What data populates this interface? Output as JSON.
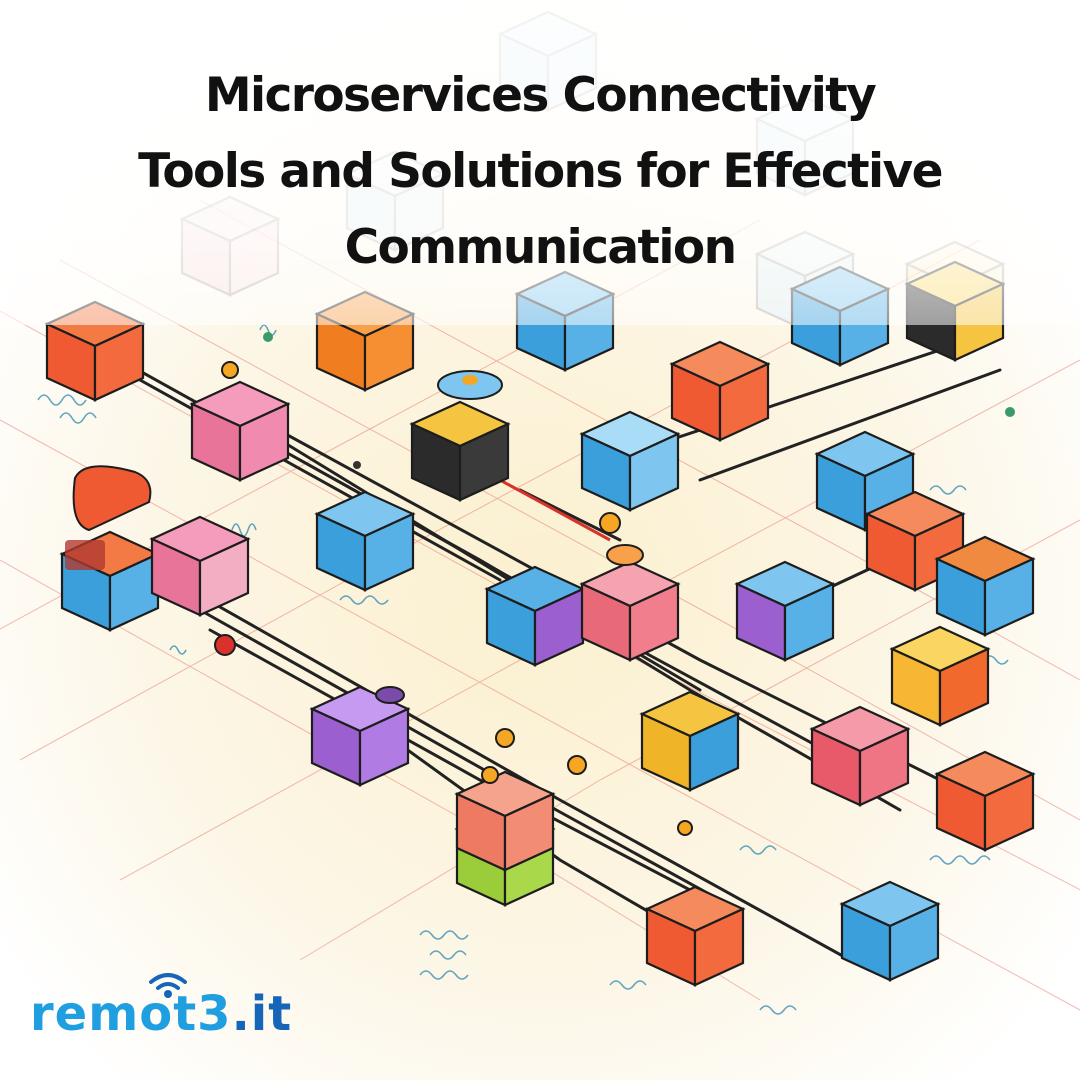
{
  "banner": {
    "title_lines": [
      "Microservices Connectivity",
      "Tools and Solutions for Effective",
      "Communication"
    ],
    "title_color": "#111111"
  },
  "logo": {
    "brand": "remot3",
    "tld": ".it",
    "brand_color": "#1f9ee0",
    "tld_color": "#1565b8",
    "icon": "wifi-signal-icon"
  },
  "illustration": {
    "subject": "isometric network of microservice cubes connected by wires",
    "palette": {
      "blue": "#3b9fdc",
      "orange": "#f2692e",
      "pink": "#e8749a",
      "purple": "#9b5fd0",
      "yellow": "#f5c542",
      "green": "#9bcc3a",
      "black": "#2b2b2b",
      "wire": "#222222",
      "grid": "#e0473a"
    }
  }
}
